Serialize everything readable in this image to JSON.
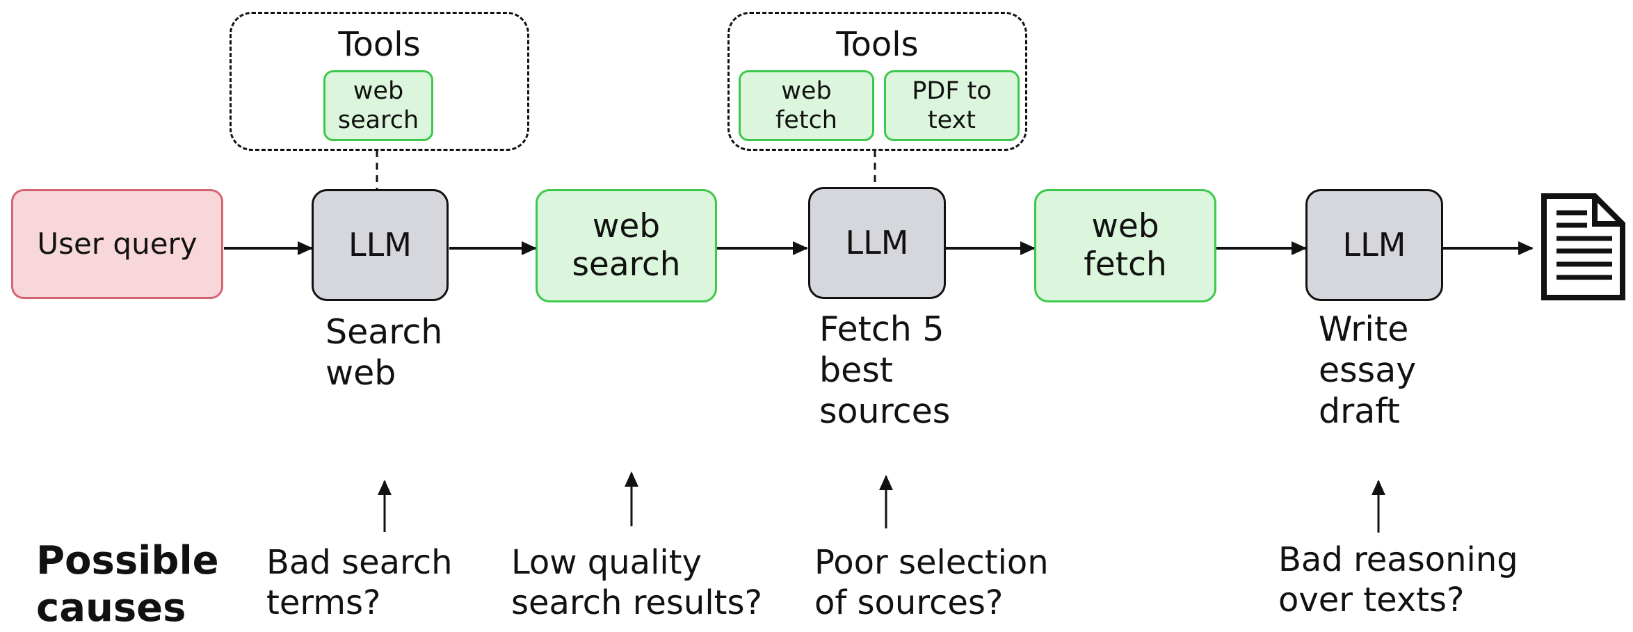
{
  "tool_groups": [
    {
      "title": "Tools",
      "tools": [
        "web\nsearch"
      ]
    },
    {
      "title": "Tools",
      "tools": [
        "web\nfetch",
        "PDF to\ntext"
      ]
    }
  ],
  "pipeline": {
    "user_query": "User query",
    "llm_1": "LLM",
    "web_search": "web\nsearch",
    "llm_2": "LLM",
    "web_fetch": "web\nfetch",
    "llm_3": "LLM"
  },
  "captions": {
    "llm_1": "Search\nweb",
    "llm_2": "Fetch 5\nbest\nsources",
    "llm_3": "Write\nessay\ndraft"
  },
  "output_icon": "document-icon",
  "causes": {
    "heading": "Possible\ncauses",
    "items": [
      "Bad search\nterms?",
      "Low quality\nsearch results?",
      "Poor selection\nof sources?",
      "Bad reasoning\nover texts?"
    ]
  },
  "colors": {
    "user_fill": "#f8d7da",
    "user_border": "#d56472",
    "llm_fill": "#d5d7dc",
    "tool_fill": "#dbf6dc",
    "tool_border": "#3cc84a"
  }
}
